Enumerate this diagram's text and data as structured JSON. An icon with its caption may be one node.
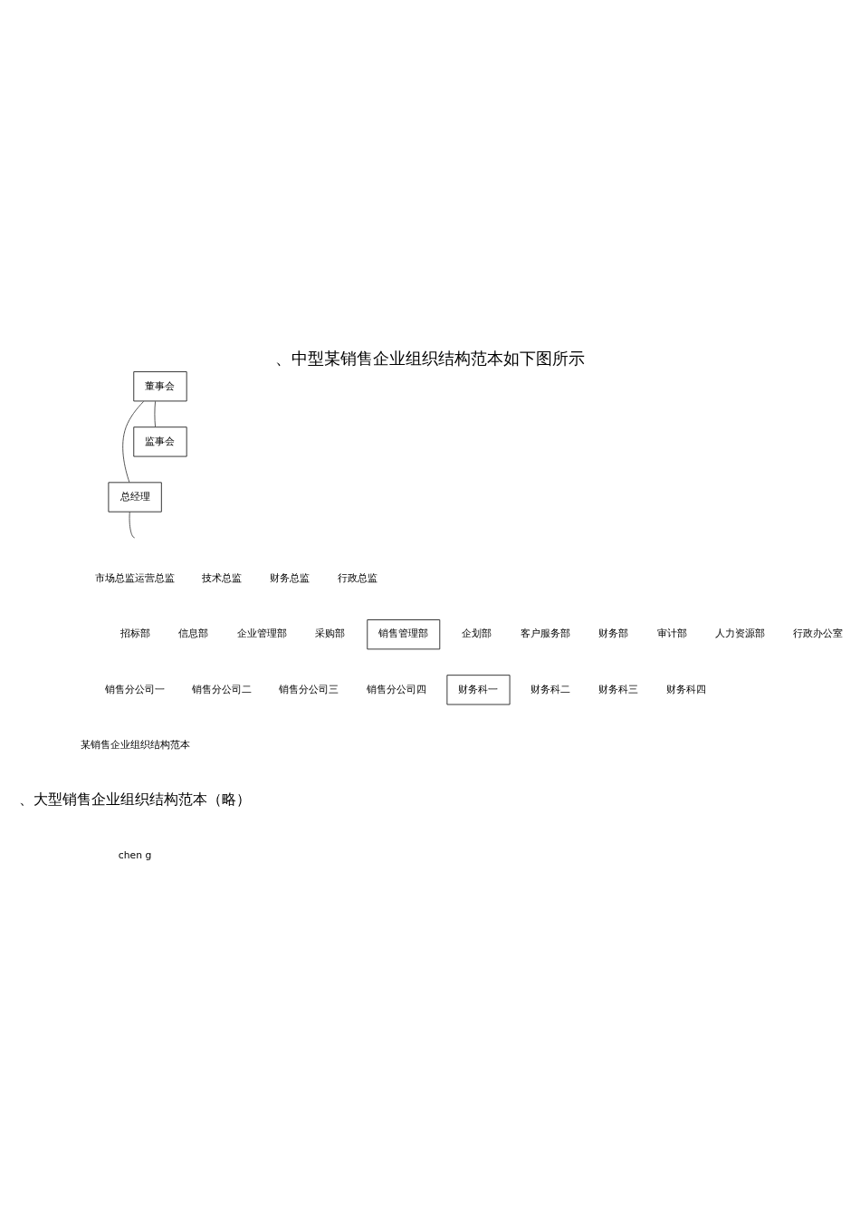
{
  "diagram": {
    "title": "、中型某销售企业组织结构范本如下图所示",
    "caption": "某销售企业组织结构范本",
    "nodes": [
      {
        "text": [
          "董事会"
        ]
      },
      {
        "text": [
          "总经理"
        ]
      },
      {
        "text": [
          "监事会"
        ]
      },
      {
        "text": [
          "销售管理部"
        ]
      },
      {
        "text": [
          "财务科一"
        ]
      }
    ],
    "edges": [
      {
        "from": 0,
        "to": 1,
        "arrow": "none"
      },
      {
        "from": 0,
        "to": 2,
        "arrow": "none"
      },
      {
        "from": 1,
        "to": null,
        "arrow": "none"
      }
    ],
    "labels": [
      "市场总监运营总监",
      "技术总监",
      "财务总监",
      "行政总监",
      "招标部",
      "信息部",
      "企业管理部",
      "采购部",
      "企划部",
      "客户服务部",
      "财务部",
      "审计部",
      "人力资源部",
      "行政办公室",
      "销售分公司一",
      "销售分公司二",
      "销售分公司三",
      "销售分公司四",
      "财务科二",
      "财务科三",
      "财务科四",
      "、大型销售企业组织结构范本（略）",
      "chen g"
    ]
  }
}
